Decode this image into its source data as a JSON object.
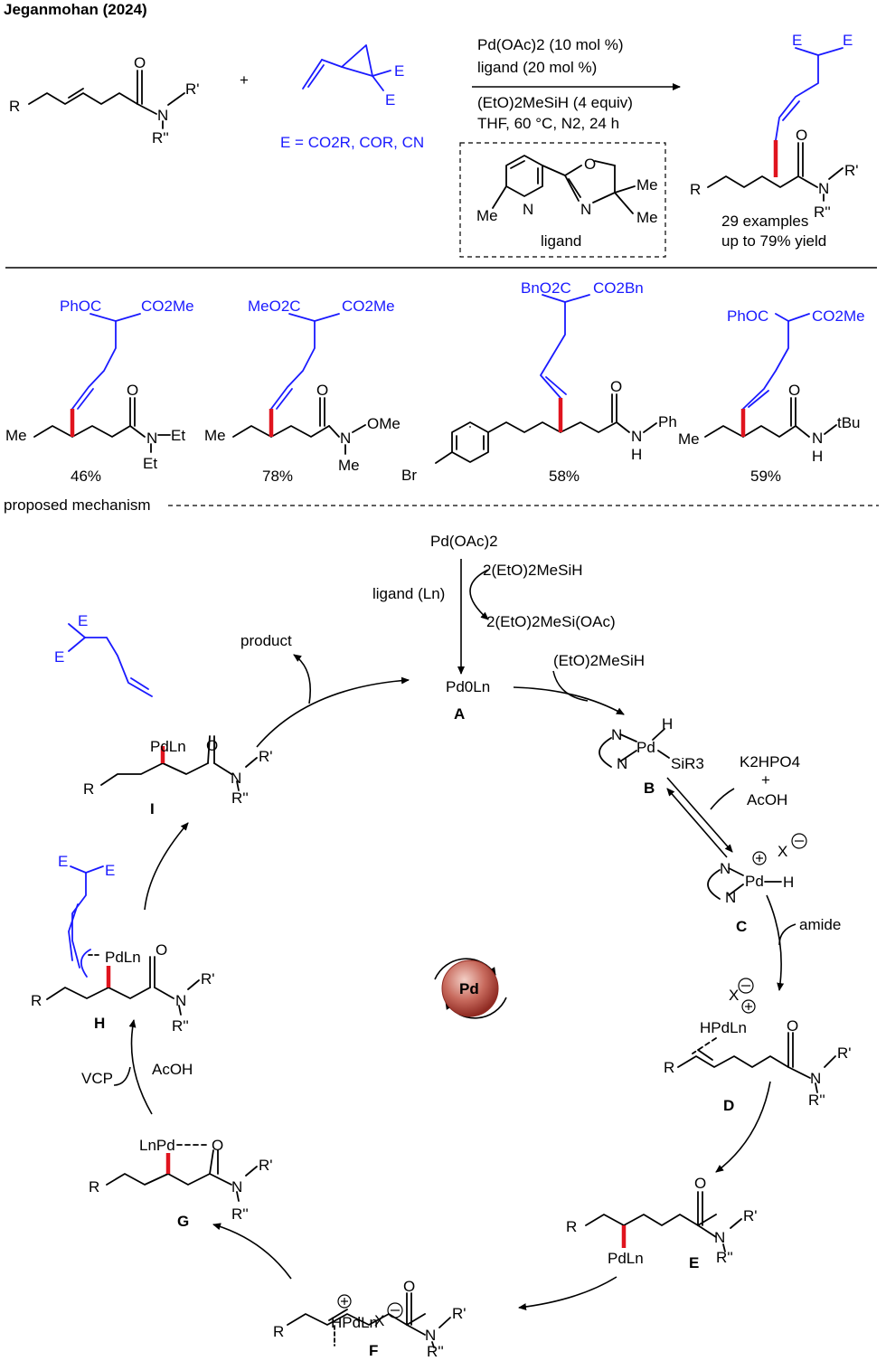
{
  "header": {
    "title": "Jeganmohan (2024)"
  },
  "top_scheme": {
    "reactant_labels": {
      "r": "R",
      "o": "O",
      "n": "N",
      "r1": "R'",
      "r2": "R''"
    },
    "plus": "+",
    "vcp_e1": "E",
    "vcp_e2": "E",
    "e_definition": "E = CO2R, COR, CN",
    "conditions": {
      "line1": "Pd(OAc)2 (10 mol %)",
      "line2": "ligand (20 mol %)",
      "line3": "(EtO)2MeSiH (4 equiv)",
      "line4": "THF, 60 °C, N2, 24 h"
    },
    "ligand_labels": {
      "o": "O",
      "n1": "N",
      "n2": "N",
      "me1": "Me",
      "me2": "Me",
      "me3": "Me",
      "caption": "ligand"
    },
    "product_labels": {
      "e1": "E",
      "e2": "E",
      "r": "R",
      "o": "O",
      "n": "N",
      "r1": "R'",
      "r2": "R''"
    },
    "summary": {
      "line1": "29 examples",
      "line2": "up to 79% yield"
    }
  },
  "examples": [
    {
      "left": "PhOC",
      "right": "CO2Me",
      "o": "O",
      "n": "N",
      "sub1": "Et",
      "sub2": "Et",
      "start": "Me",
      "yield": "46%"
    },
    {
      "left": "MeO2C",
      "right": "CO2Me",
      "o": "O",
      "n": "N",
      "sub1": "OMe",
      "sub2": "Me",
      "start": "Me",
      "yield": "78%"
    },
    {
      "left": "BnO2C",
      "right": "CO2Bn",
      "o": "O",
      "n": "N",
      "h": "H",
      "sub1": "Ph",
      "start": "Br",
      "yield": "58%"
    },
    {
      "left": "PhOC",
      "right": "CO2Me",
      "o": "O",
      "n": "N",
      "h": "H",
      "sub1": "tBu",
      "start": "Me",
      "yield": "59%"
    }
  ],
  "mechanism": {
    "section_label": "proposed mechanism",
    "precatalyst": "Pd(OAc)2",
    "ligand_step": "ligand (Ln)",
    "silane_in": "2(EtO)2MeSiH",
    "silane_out": "2(EtO)2MeSi(OAc)",
    "A": {
      "label": "A",
      "species": "Pd0Ln"
    },
    "silane_step": "(EtO)2MeSiH",
    "B": {
      "label": "B",
      "n1": "N",
      "n2": "N",
      "pd": "Pd",
      "h": "H",
      "si": "SiR3"
    },
    "reagents_BC": {
      "line1": "K2HPO4",
      "plus": "+",
      "line2": "AcOH"
    },
    "C": {
      "label": "C",
      "n1": "N",
      "n2": "N",
      "pd": "Pd",
      "h": "H",
      "x": "X"
    },
    "amide_step": "amide",
    "D": {
      "label": "D",
      "x": "X",
      "hpd": "HPdLn",
      "r": "R",
      "o": "O",
      "n": "N",
      "r1": "R'",
      "r2": "R''"
    },
    "E": {
      "label": "E",
      "r": "R",
      "o": "O",
      "n": "N",
      "pdl": "PdLn",
      "r1": "R'",
      "r2": "R''"
    },
    "F": {
      "label": "F",
      "hpd": "HPdLn",
      "x": "X",
      "r": "R",
      "o": "O",
      "n": "N",
      "r1": "R'",
      "r2": "R''"
    },
    "G": {
      "label": "G",
      "lnpd": "LnPd",
      "o": "O",
      "r": "R",
      "n": "N",
      "r1": "R'",
      "r2": "R''"
    },
    "H": {
      "label": "H",
      "e1": "E",
      "e2": "E",
      "pd": "PdLn",
      "r": "R",
      "o": "O",
      "n": "N",
      "r1": "R'",
      "r2": "R''"
    },
    "I": {
      "label": "I",
      "e1": "E",
      "e2": "E",
      "pd": "PdLn",
      "r": "R",
      "o": "O",
      "n": "N",
      "r1": "R'",
      "r2": "R''"
    },
    "vcp": "VCP",
    "acoh": "AcOH",
    "product": "product",
    "center": "Pd"
  },
  "colors": {
    "substrate_blue": "#1a1aff",
    "new_bond_red": "#e0141e",
    "pd_sphere": "#b8433a"
  }
}
